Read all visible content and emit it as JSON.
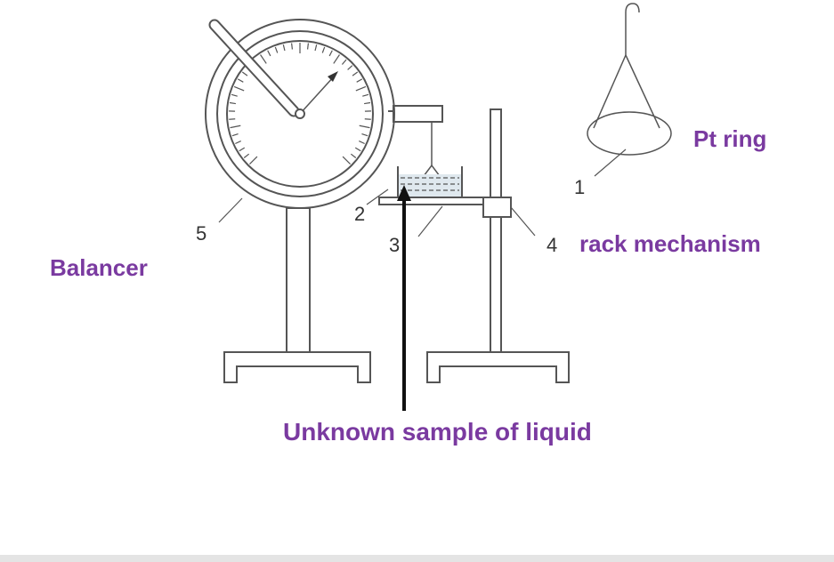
{
  "labels": {
    "pt_ring": "Pt ring",
    "rack_mechanism": "rack mechanism",
    "balancer": "Balancer",
    "unknown_sample": "Unknown sample of liquid"
  },
  "numbers": {
    "n1": "1",
    "n2": "2",
    "n3": "3",
    "n4": "4",
    "n5": "5"
  },
  "colors": {
    "label": "#7a3aa0",
    "line": "#555555",
    "liquid": "#dfe8ee"
  }
}
